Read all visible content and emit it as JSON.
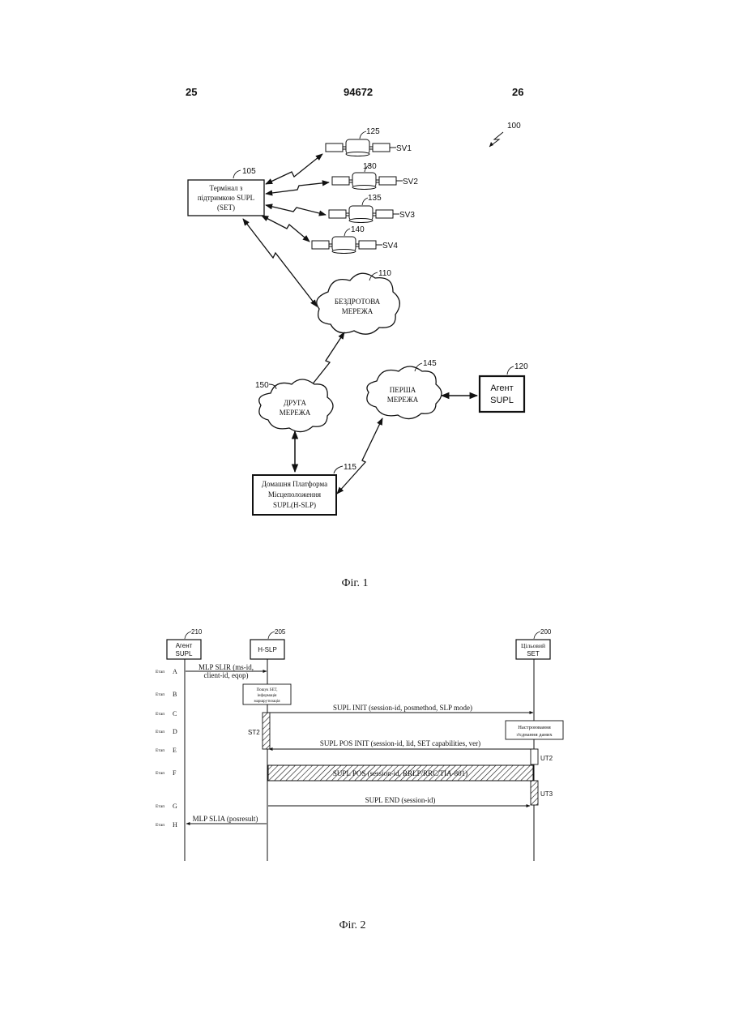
{
  "header": {
    "left_page": "25",
    "patent_number": "94672",
    "right_page": "26"
  },
  "fig1": {
    "caption": "Фіг. 1",
    "system_ref": "100",
    "set_box": {
      "ref": "105",
      "lines": [
        "Термінал з",
        "підтримкою SUPL",
        "(SET)"
      ]
    },
    "satellites": [
      {
        "ref": "125",
        "label": "SV1"
      },
      {
        "ref": "130",
        "label": "SV2"
      },
      {
        "ref": "135",
        "label": "SV3"
      },
      {
        "ref": "140",
        "label": "SV4"
      }
    ],
    "wireless_network": {
      "ref": "110",
      "lines": [
        "БЕЗДРОТОВА",
        "МЕРЕЖА"
      ]
    },
    "second_network": {
      "ref": "150",
      "lines": [
        "ДРУГА",
        "МЕРЕЖА"
      ]
    },
    "first_network": {
      "ref": "145",
      "lines": [
        "ПЕРША",
        "МЕРЕЖА"
      ]
    },
    "supl_agent": {
      "ref": "120",
      "lines": [
        "Агент",
        "SUPL"
      ]
    },
    "hslp_box": {
      "ref": "115",
      "lines": [
        "Домашня Платформа",
        "Місцеположення",
        "SUPL(H-SLP)"
      ]
    }
  },
  "fig2": {
    "caption": "Фіг. 2",
    "entities": [
      {
        "ref": "210",
        "lines": [
          "Агент",
          "SUPL"
        ]
      },
      {
        "ref": "205",
        "lines": [
          "H-SLP"
        ]
      },
      {
        "ref": "200",
        "lines": [
          "Цільовий",
          "SET"
        ]
      }
    ],
    "stage_word": "Етап",
    "stages": [
      "A",
      "B",
      "C",
      "D",
      "E",
      "F",
      "G",
      "H"
    ],
    "messages": {
      "mlp_slir_1": "MLP SLIR (ms-id,",
      "mlp_slir_2": "client-id, eqop)",
      "supl_init": "SUPL INIT (session-id, posmethod, SLP mode)",
      "supl_pos_init": "SUPL POS INIT (session-id, lid, SET capabilities, ver)",
      "supl_pos": "SUPL POS (session-id, RRLP/RRC/TIA-801)",
      "supl_end": "SUPL END (session-id)",
      "mlp_slia": "MLP SLIA (posresult)"
    },
    "notes": {
      "hslp_note": [
        "Пошук SET,",
        "інформація",
        "маршрутизація"
      ],
      "set_note": [
        "Настроювання",
        "з'єднання даних"
      ]
    },
    "timers": {
      "st2": "ST2",
      "ut2": "UT2",
      "ut3": "UT3"
    }
  }
}
